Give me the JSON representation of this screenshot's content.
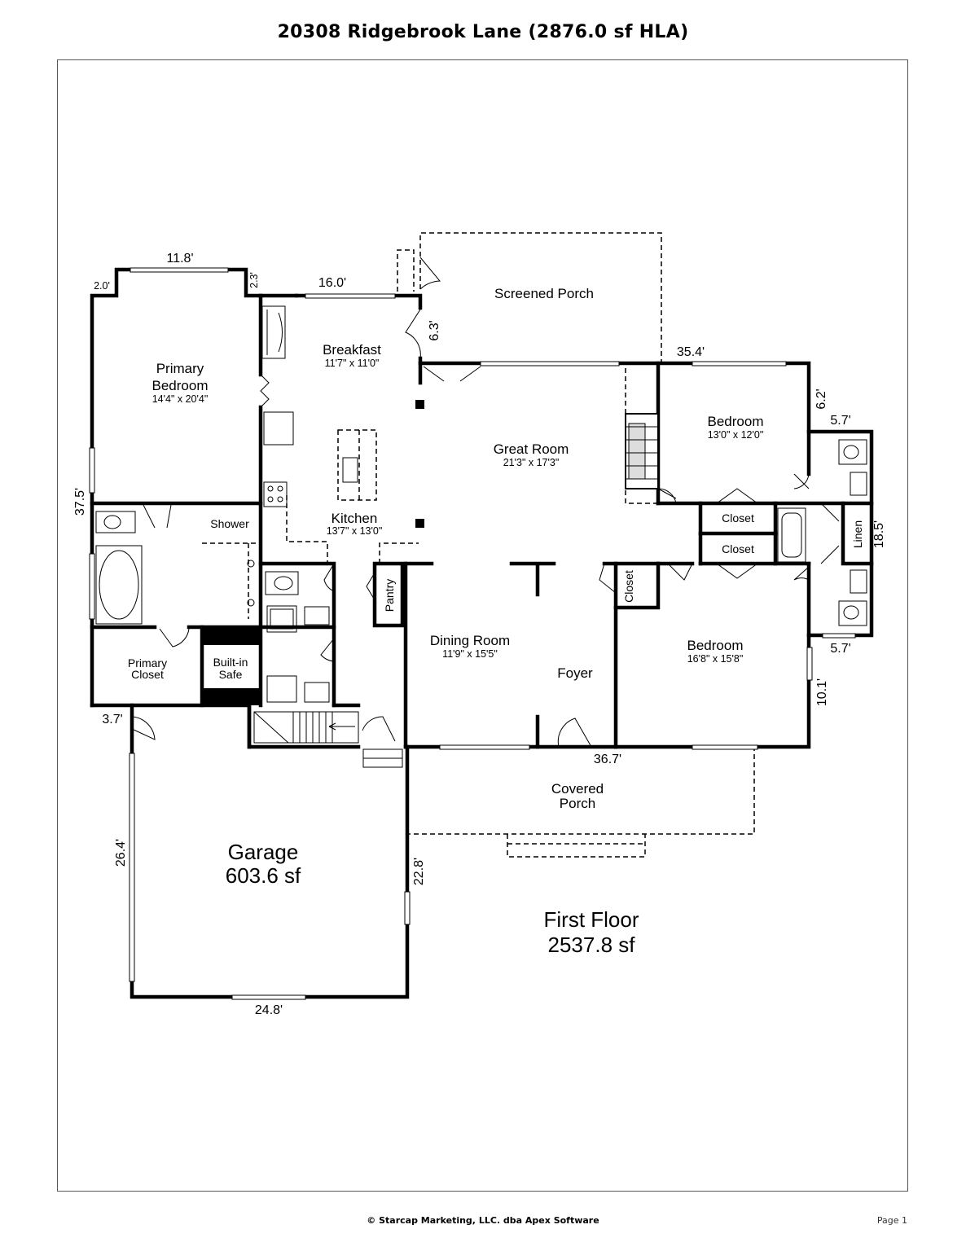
{
  "title": "20308 Ridgebrook Lane (2876.0 sf HLA)",
  "footer": {
    "copyright": "© Starcap Marketing, LLC. dba Apex Software",
    "page": "Page 1"
  },
  "floor": {
    "name": "First Floor",
    "area": "2537.8 sf"
  },
  "rooms": {
    "screened_porch": {
      "name": "Screened Porch"
    },
    "breakfast": {
      "name": "Breakfast",
      "size": "11'7\" x 11'0\""
    },
    "primary_bedroom": {
      "name_line1": "Primary",
      "name_line2": "Bedroom",
      "size": "14'4\" x 20'4\""
    },
    "great_room": {
      "name": "Great Room",
      "size": "21'3\" x 17'3\""
    },
    "kitchen": {
      "name": "Kitchen",
      "size": "13'7\" x 13'0\""
    },
    "bedroom_1": {
      "name": "Bedroom",
      "size": "13'0\" x 12'0\""
    },
    "bedroom_2": {
      "name": "Bedroom",
      "size": "16'8\" x 15'8\""
    },
    "dining_room": {
      "name": "Dining Room",
      "size": "11'9\" x 15'5\""
    },
    "foyer": {
      "name": "Foyer"
    },
    "shower": {
      "name": "Shower"
    },
    "primary_closet": {
      "name_line1": "Primary",
      "name_line2": "Closet"
    },
    "built_in_safe": {
      "name_line1": "Built-in",
      "name_line2": "Safe"
    },
    "pantry": {
      "name": "Pantry"
    },
    "closet_1": {
      "name": "Closet"
    },
    "closet_2": {
      "name": "Closet"
    },
    "closet_3": {
      "name": "Closet"
    },
    "linen": {
      "name": "Linen"
    },
    "covered_porch": {
      "name_line1": "Covered",
      "name_line2": "Porch"
    },
    "garage": {
      "name": "Garage",
      "area": "603.6 sf"
    }
  },
  "dimensions": {
    "d_11_8": "11.8'",
    "d_2_0": "2.0'",
    "d_2_3": "2.3'",
    "d_16_0": "16.0'",
    "d_6_3": "6.3'",
    "d_35_4": "35.4'",
    "d_6_2": "6.2'",
    "d_5_7_top": "5.7'",
    "d_18_5": "18.5'",
    "d_5_7_bot": "5.7'",
    "d_10_1": "10.1'",
    "d_36_7": "36.7'",
    "d_37_5": "37.5'",
    "d_3_7": "3.7'",
    "d_26_4": "26.4'",
    "d_22_8": "22.8'",
    "d_24_8": "24.8'"
  }
}
